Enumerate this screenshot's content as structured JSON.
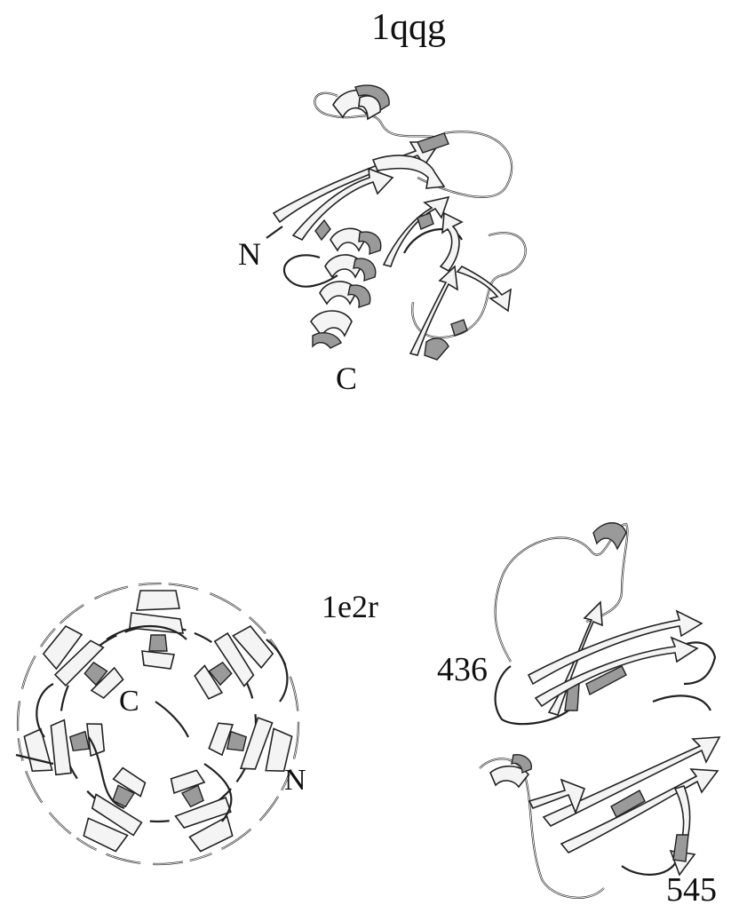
{
  "figure": {
    "panels": [
      {
        "id": "top",
        "pdb_label": "1qqg",
        "terminus_labels": [
          "N",
          "C"
        ]
      },
      {
        "id": "bottom-left",
        "pdb_label": "1e2r",
        "terminus_labels": [
          "C",
          "N"
        ]
      },
      {
        "id": "bottom-right",
        "pdb_label": "",
        "residue_labels": [
          "436",
          "545"
        ]
      }
    ]
  },
  "colors": {
    "background": "#ffffff",
    "strand_fill": "#f4f4f4",
    "shade": "#9a9a9a",
    "outline": "#222222"
  }
}
